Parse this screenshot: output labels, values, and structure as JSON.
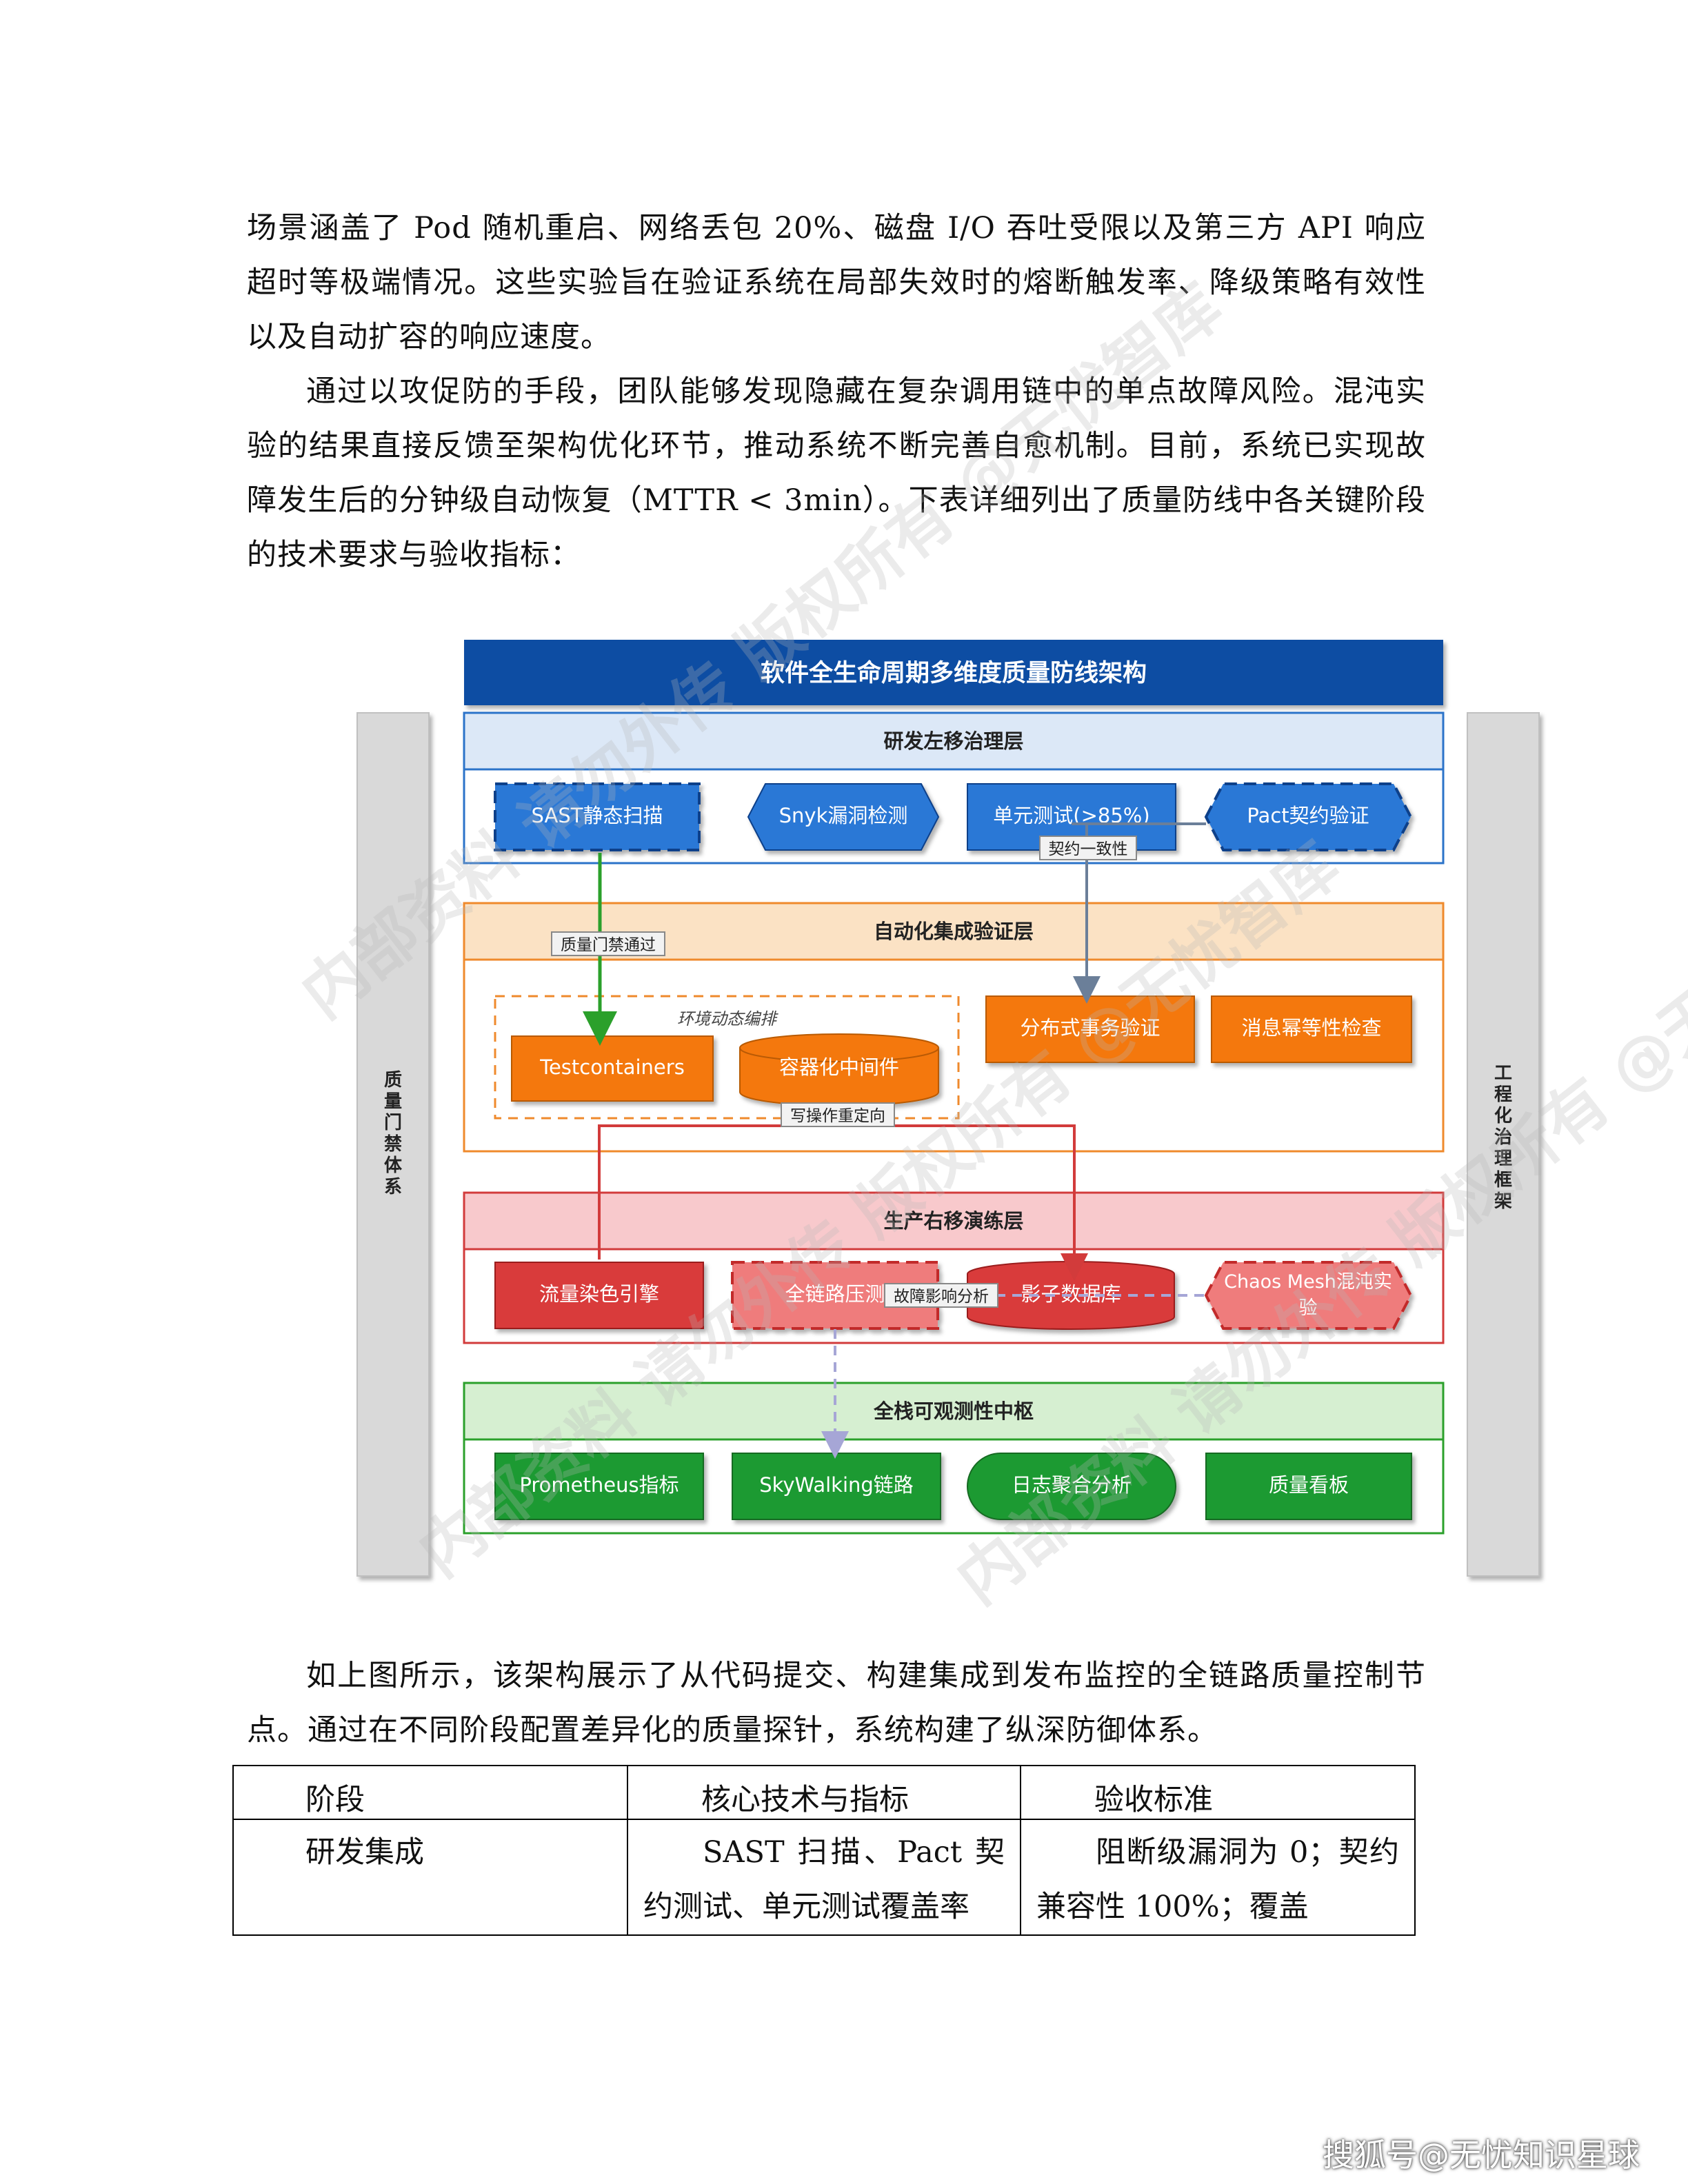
{
  "paragraphs": [
    "场景涵盖了 Pod 随机重启、网络丢包 20%、磁盘 I/O 吞吐受限以及第三方 API 响应超时等极端情况。这些实验旨在验证系统在局部失效时的熔断触发率、降级策略有效性以及自动扩容的响应速度。",
    "通过以攻促防的手段，团队能够发现隐藏在复杂调用链中的单点故障风险。混沌实验的结果直接反馈至架构优化环节，推动系统不断完善自愈机制。目前，系统已实现故障发生后的分钟级自动恢复（MTTR < 3min）。下表详细列出了质量防线中各关键阶段的技术要求与验收指标：",
    "如上图所示，该架构展示了从代码提交、构建集成到发布监控的全链路质量控制节点。通过在不同阶段配置差异化的质量探针，系统构建了纵深防御体系。"
  ],
  "diagram": {
    "title": "软件全生命周期多维度质量防线架构",
    "left_pillar": "质量门禁体系",
    "right_pillar": "工程化治理框架",
    "layers": [
      {
        "name": "研发左移治理层",
        "nodes": [
          "SAST静态扫描",
          "Snyk漏洞检测",
          "单元测试(>85%)",
          "Pact契约验证"
        ]
      },
      {
        "name": "自动化集成验证层",
        "group_label": "环境动态编排",
        "nodes": [
          "Testcontainers",
          "容器化中间件",
          "分布式事务验证",
          "消息幂等性检查"
        ]
      },
      {
        "name": "生产右移演练层",
        "nodes": [
          "流量染色引擎",
          "全链路压测",
          "影子数据库",
          "Chaos Mesh混沌实验"
        ]
      },
      {
        "name": "全栈可观测性中枢",
        "nodes": [
          "Prometheus指标",
          "SkyWalking链路",
          "日志聚合分析",
          "质量看板"
        ]
      }
    ],
    "edge_labels": [
      "契约一致性",
      "质量门禁通过",
      "写操作重定向",
      "故障影响分析"
    ],
    "watermark": "内部资料 请勿外传 版权所有 @无忧智库"
  },
  "table": {
    "headers": [
      "阶段",
      "核心技术与指标",
      "验收标准"
    ],
    "rows": [
      [
        "研发集成",
        "SAST 扫描、Pact 契约测试、单元测试覆盖率",
        "阻断级漏洞为 0；契约兼容性 100%；覆盖"
      ]
    ]
  },
  "footer": "搜狐号@无忧知识星球"
}
